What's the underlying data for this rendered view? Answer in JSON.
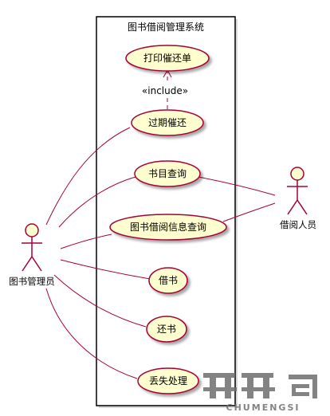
{
  "system": {
    "title": "图书借阅管理系统"
  },
  "actors": {
    "librarian": "图书管理员",
    "borrower": "借阅人员"
  },
  "use_cases": {
    "print_reminder": "打印催还单",
    "overdue_reminder": "过期催还",
    "catalog_query": "书目查询",
    "info_query": "图书借阅信息查询",
    "borrow": "借书",
    "return": "还书",
    "loss_handling": "丢失处理"
  },
  "relations": {
    "include_label": "«include»"
  },
  "watermark": {
    "logo_text": "CHUMENGSI"
  },
  "colors": {
    "usecase_fill": "#fefece",
    "usecase_stroke": "#a80036",
    "association_line": "#a80036",
    "boundary": "#000000"
  }
}
